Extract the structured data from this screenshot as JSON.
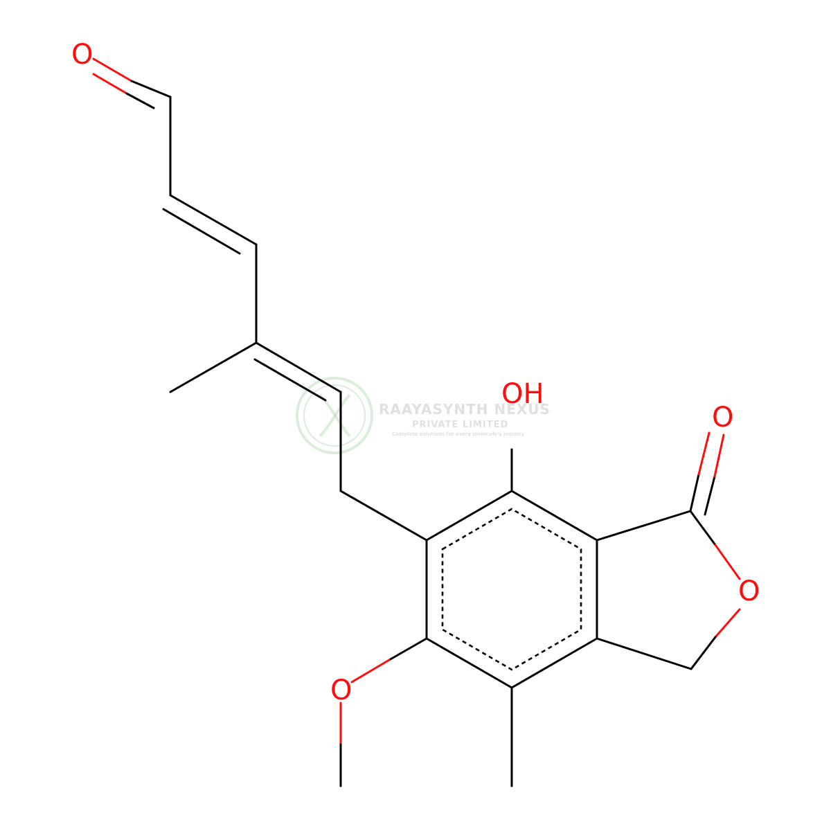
{
  "molecule": {
    "atoms": {
      "aldehyde_o": "O",
      "hydroxyl": "OH",
      "lactone_carbonyl_o": "O",
      "ring_o": "O",
      "methoxy_o": "O"
    }
  },
  "watermark": {
    "company": "RAAYASYNTH NEXUS",
    "subtitle": "PRIVATE LIMITED",
    "tagline": "Complete solutions for every molecule's journey"
  },
  "colors": {
    "bond": "#000000",
    "oxygen": "#ff0d0d",
    "watermark_text": "#c8c8c8",
    "watermark_logo": "#b8dcb8"
  }
}
